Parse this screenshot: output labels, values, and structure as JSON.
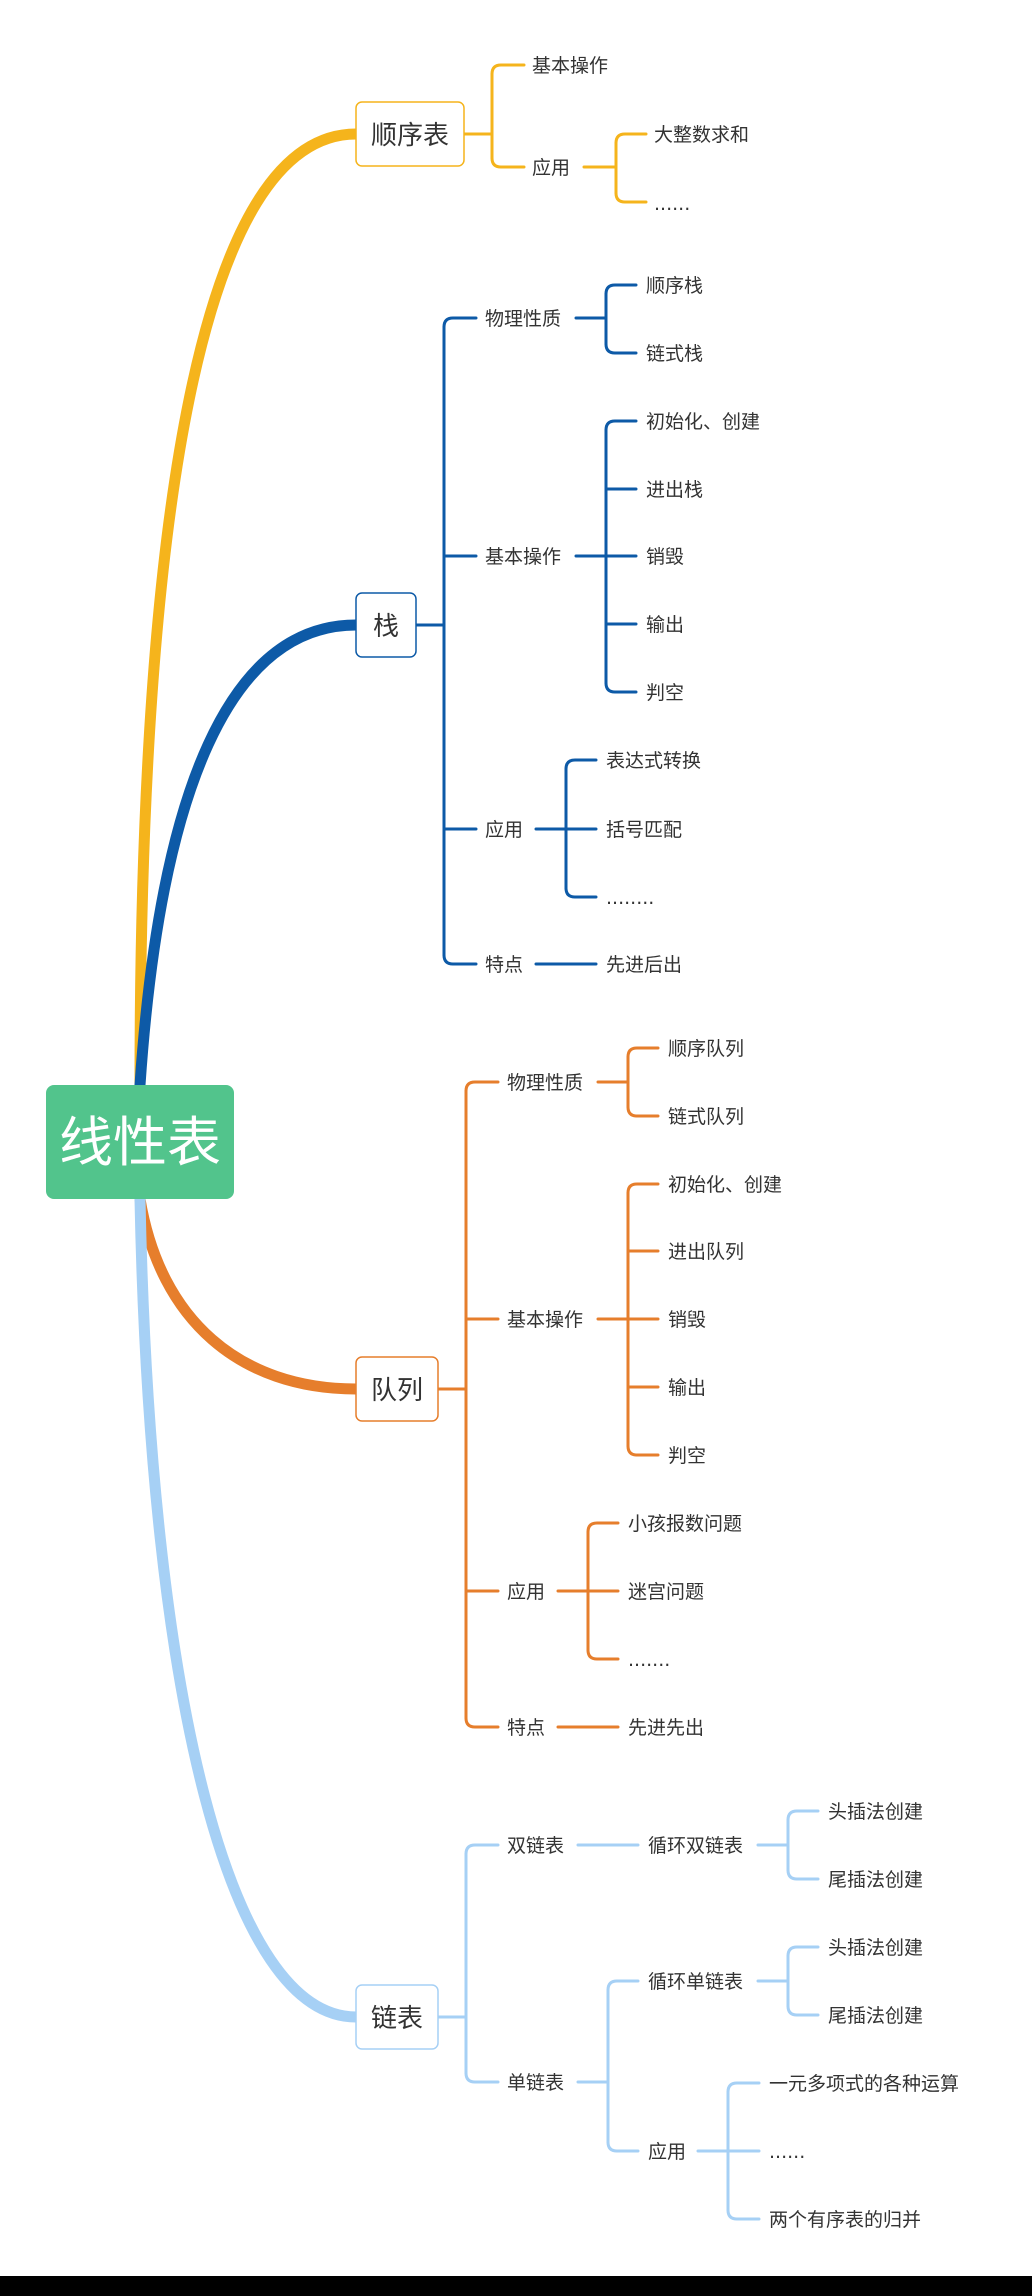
{
  "root": {
    "label": "线性表",
    "color": "#52c48c"
  },
  "branches": [
    {
      "id": "seq",
      "label": "顺序表",
      "color": "#f5b41c",
      "children": [
        {
          "label": "基本操作"
        },
        {
          "label": "应用",
          "children": [
            {
              "label": "大整数求和"
            },
            {
              "label": "......"
            }
          ]
        }
      ]
    },
    {
      "id": "stack",
      "label": "栈",
      "color": "#0d5aa7",
      "children": [
        {
          "label": "物理性质",
          "children": [
            {
              "label": "顺序栈"
            },
            {
              "label": "链式栈"
            }
          ]
        },
        {
          "label": "基本操作",
          "children": [
            {
              "label": "初始化、创建"
            },
            {
              "label": "进出栈"
            },
            {
              "label": "销毁"
            },
            {
              "label": "输出"
            },
            {
              "label": "判空"
            }
          ]
        },
        {
          "label": "应用",
          "children": [
            {
              "label": "表达式转换"
            },
            {
              "label": "括号匹配"
            },
            {
              "label": "........"
            }
          ]
        },
        {
          "label": "特点",
          "children": [
            {
              "label": "先进后出"
            }
          ]
        }
      ]
    },
    {
      "id": "queue",
      "label": "队列",
      "color": "#e67e2c",
      "children": [
        {
          "label": "物理性质",
          "children": [
            {
              "label": "顺序队列"
            },
            {
              "label": "链式队列"
            }
          ]
        },
        {
          "label": "基本操作",
          "children": [
            {
              "label": "初始化、创建"
            },
            {
              "label": "进出队列"
            },
            {
              "label": "销毁"
            },
            {
              "label": "输出"
            },
            {
              "label": "判空"
            }
          ]
        },
        {
          "label": "应用",
          "children": [
            {
              "label": "小孩报数问题"
            },
            {
              "label": "迷宫问题"
            },
            {
              "label": "......."
            }
          ]
        },
        {
          "label": "特点",
          "children": [
            {
              "label": "先进先出"
            }
          ]
        }
      ]
    },
    {
      "id": "list",
      "label": "链表",
      "color": "#a6d0f5",
      "children": [
        {
          "label": "双链表",
          "children": [
            {
              "label": "循环双链表",
              "children": [
                {
                  "label": "头插法创建"
                },
                {
                  "label": "尾插法创建"
                }
              ]
            }
          ]
        },
        {
          "label": "单链表",
          "children": [
            {
              "label": "循环单链表",
              "children": [
                {
                  "label": "头插法创建"
                },
                {
                  "label": "尾插法创建"
                }
              ]
            },
            {
              "label": "应用",
              "children": [
                {
                  "label": "一元多项式的各种运算"
                },
                {
                  "label": "......"
                },
                {
                  "label": "两个有序表的归并"
                }
              ]
            }
          ]
        }
      ]
    }
  ]
}
